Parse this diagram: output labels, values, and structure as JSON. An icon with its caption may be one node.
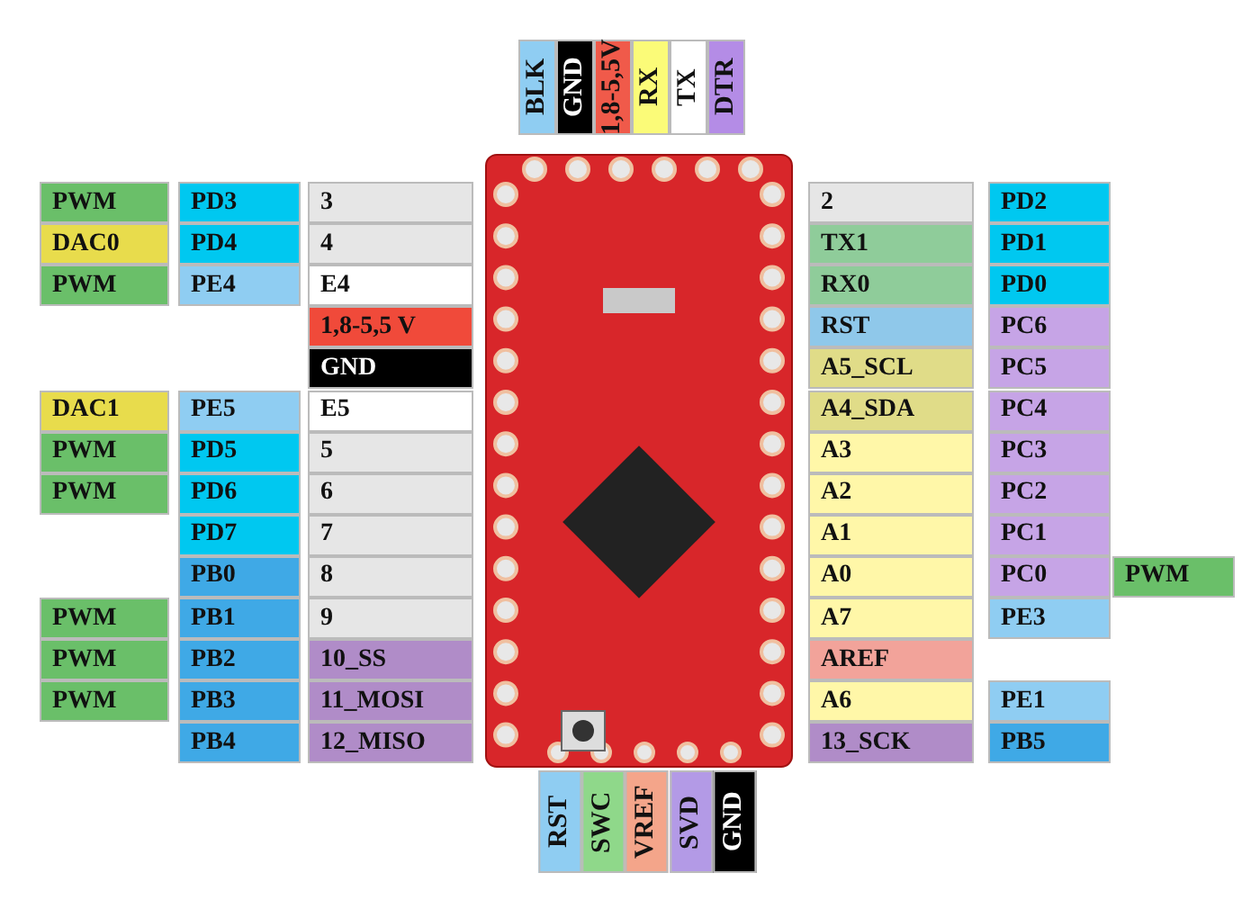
{
  "diagram": {
    "labels": [
      "BLK",
      "GND",
      "1,8-5,5V",
      "RX",
      "TX",
      "DTR",
      "PWM",
      "PD3",
      "3",
      "2",
      "PD2",
      "DAC0",
      "PD4",
      "4",
      "TX1",
      "PD1",
      "PWM",
      "PE4",
      "E4",
      "RX0",
      "PD0",
      "1,8-5,5 V",
      "RST",
      "PC6",
      "GND",
      "A5_SCL",
      "PC5",
      "DAC1",
      "PE5",
      "E5",
      "A4_SDA",
      "PC4",
      "PWM",
      "PD5",
      "5",
      "A3",
      "PC3",
      "PWM",
      "PD6",
      "6",
      "A2",
      "PC2",
      "PD7",
      "7",
      "A1",
      "PC1",
      "PB0",
      "8",
      "A0",
      "PC0",
      "PWM",
      "PWM",
      "PB1",
      "9",
      "A7",
      "PE3",
      "PWM",
      "PB2",
      "10_SS",
      "AREF",
      "PWM",
      "PB3",
      "11_MOSI",
      "A6",
      "PE1",
      "PB4",
      "12_MISO",
      "13_SCK",
      "PB5",
      "RST",
      "SWC",
      "VREF",
      "SVD",
      "GND"
    ]
  }
}
